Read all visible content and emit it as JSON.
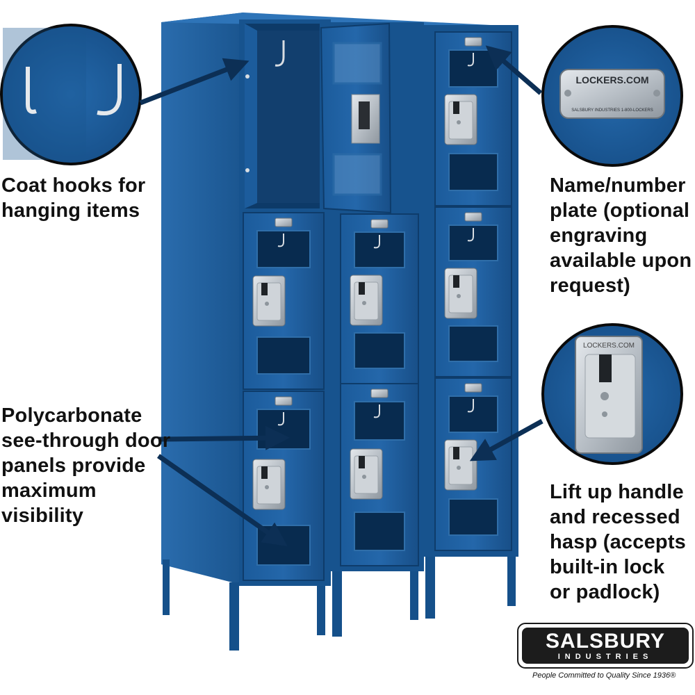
{
  "callouts": {
    "hooks": [
      "Coat hooks for",
      "hanging items"
    ],
    "plate": [
      "Name/number",
      "plate (optional",
      "engraving",
      "available upon",
      "request)"
    ],
    "poly": [
      "Polycarbonate",
      "see-through door",
      "panels provide",
      "maximum",
      "visibility"
    ],
    "handle": [
      "Lift up handle",
      "and recessed",
      "hasp (accepts",
      "built-in lock",
      "or padlock)"
    ]
  },
  "plate_text": {
    "top": "LOCKERS.COM",
    "bottom": "SALSBURY INDUSTRIES   1-800-LOCKERS"
  },
  "handle_plate_text": "LOCKERS.COM",
  "brand": {
    "name": "SALSBURY",
    "sub": "INDUSTRIES",
    "tagline": "People Committed to Quality Since 1936®"
  },
  "colors": {
    "locker_blue": "#1d5e9e",
    "locker_dark": "#0e3c6b",
    "window_dark": "#082b4f",
    "metal": "#c7cdd3"
  }
}
